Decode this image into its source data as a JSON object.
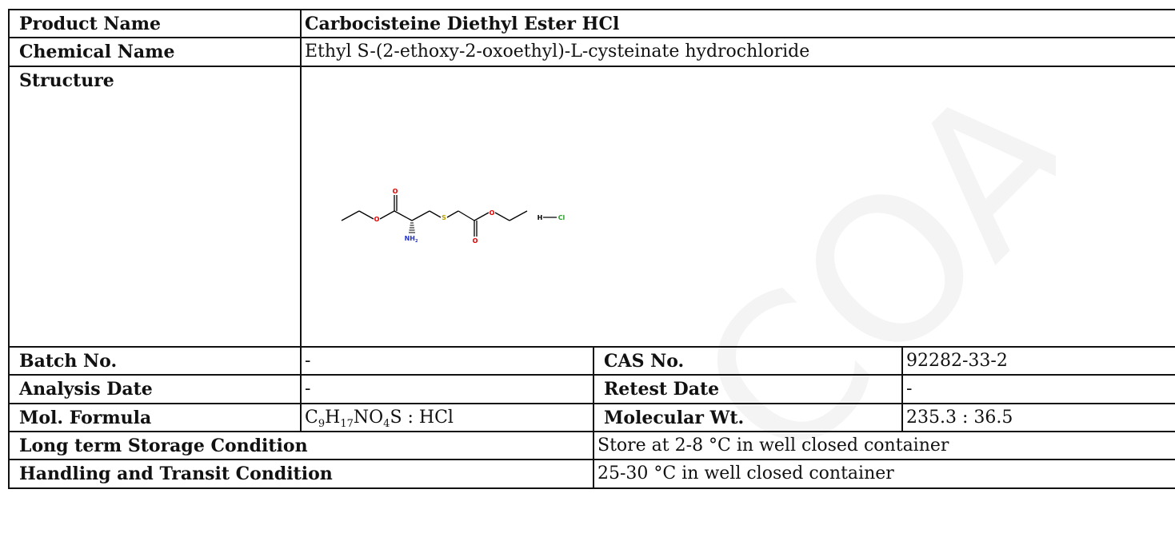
{
  "rows": {
    "product_name": {
      "label": "Product Name",
      "value": "Carbocisteine Diethyl Ester HCl"
    },
    "chemical_name": {
      "label": "Chemical Name",
      "value": "Ethyl S-(2-ethoxy-2-oxoethyl)-L-cysteinate hydrochloride"
    },
    "structure": {
      "label": "Structure",
      "atoms": {
        "o1": "O",
        "o2": "O",
        "o3": "O",
        "o4": "O",
        "s": "S",
        "n": "NH",
        "n_sub": "2",
        "h": "H",
        "cl": "Cl"
      }
    },
    "batch": {
      "label": "Batch No.",
      "value": "-"
    },
    "cas": {
      "label": "CAS No.",
      "value": "92282-33-2"
    },
    "analysis_date": {
      "label": "Analysis Date",
      "value": "-"
    },
    "retest_date": {
      "label": "Retest Date",
      "value": "-"
    },
    "mol_formula": {
      "label": "Mol. Formula",
      "parts": {
        "c": "C",
        "c_n": "9",
        "h": "H",
        "h_n": "17",
        "n_o": "NO",
        "o_n": "4",
        "tail": "S : HCl"
      }
    },
    "mol_wt": {
      "label": "Molecular Wt.",
      "value": "235.3 : 36.5"
    },
    "storage": {
      "label": "Long term Storage Condition",
      "value": "Store at 2-8 °C in well closed container"
    },
    "handling": {
      "label": "Handling and Transit Condition",
      "value": "25-30 °C in well closed container"
    }
  },
  "colors": {
    "border": "#111111",
    "oxygen": "#e00000",
    "sulfur": "#b8a000",
    "nitrogen": "#2233cc"
  }
}
